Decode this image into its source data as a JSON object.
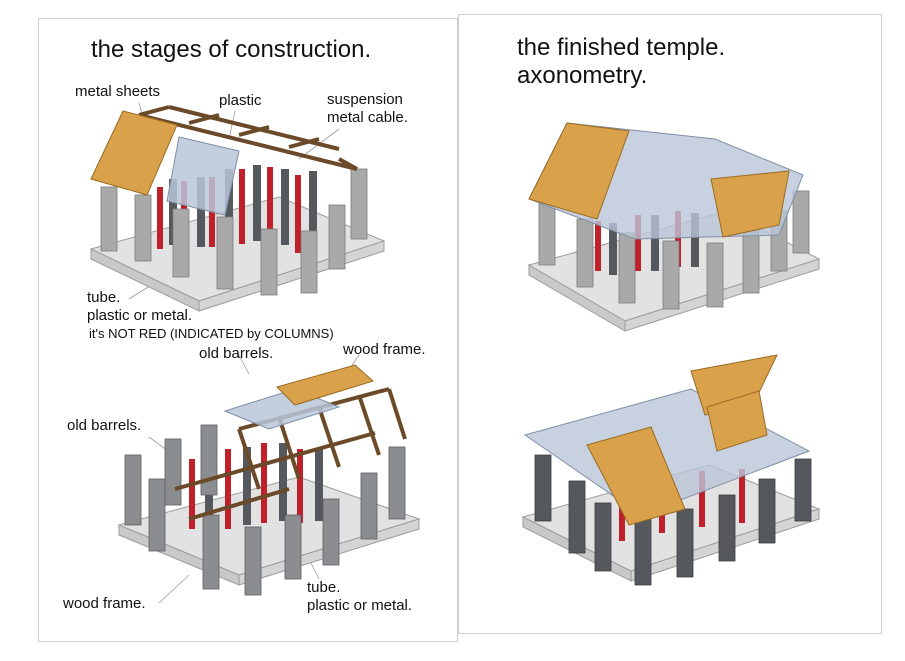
{
  "left_panel": {
    "title": "the stages of construction.",
    "labels": {
      "metal_sheets": "metal sheets",
      "plastic": "plastic",
      "suspension_line1": "suspension",
      "suspension_line2": "metal cable.",
      "tube_1_line1": "tube.",
      "tube_1_line2": "plastic or metal.",
      "not_red_note": "it's NOT RED (INDICATED by COLUMNS)",
      "old_barrels_1": "old barrels.",
      "wood_frame_1": "wood frame.",
      "old_barrels_2": "old barrels.",
      "wood_frame_2": "wood frame.",
      "tube_2_line1": "tube.",
      "tube_2_line2": "plastic or metal."
    }
  },
  "right_panel": {
    "title_line1": "the finished temple.",
    "title_line2": "axonometry."
  },
  "colors": {
    "roof_metal": "#d9a24a",
    "plastic_panel": "#b9c6d8",
    "column_grey": "#a9a9a9",
    "barrel_dark": "#55585c",
    "tube_red": "#c0202a",
    "wood_frame": "#6b4a2a",
    "platform": "#e2e2e2"
  }
}
